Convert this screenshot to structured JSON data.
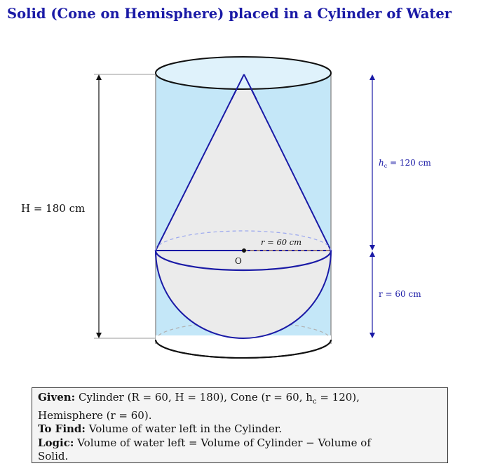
{
  "title": "Solid (Cone on Hemisphere) placed in a Cylinder of Water",
  "labels": {
    "H": "H = 180 cm",
    "hc": "h",
    "hc_sub": "c",
    "hc_val": " = 120 cm",
    "r_side": "r = 60 cm",
    "r_inner": "r = 60 cm",
    "center": "O"
  },
  "info": {
    "given_label": "Given:",
    "given_text": "Cylinder (R = 60, H = 180), Cone (r = 60, h",
    "given_sub": "c",
    "given_end": " = 120),",
    "given_line2": "Hemisphere (r = 60).",
    "find_label": "To Find:",
    "find_text": "Volume of water left in the Cylinder.",
    "logic_label": "Logic:",
    "logic_text": "Volume of water left = Volume of Cylinder − Volume of",
    "logic_line2": "Solid."
  },
  "colors": {
    "water": "#c4e7f8",
    "water_top": "#dff2fb",
    "solid_fill": "#ebebeb",
    "outline_blue": "#1a1aa6",
    "title_blue": "#1a1aa6",
    "dims_blue": "#1a1aa6",
    "radius_dash": "#c8a06a"
  }
}
